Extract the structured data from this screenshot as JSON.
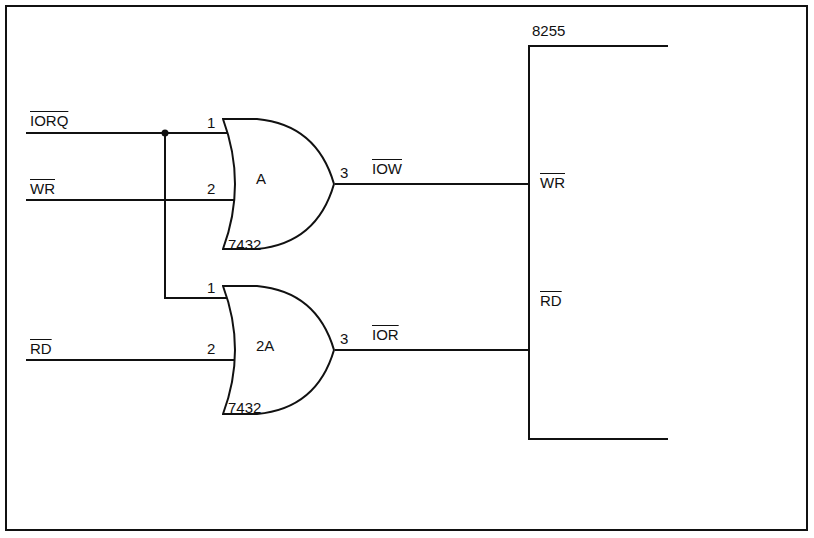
{
  "diagram": {
    "nodes": [
      {
        "text": [
          "A",
          "7432"
        ]
      },
      {
        "text": [
          "2A",
          "7432"
        ]
      },
      {
        "text": [
          "8255",
          "WR",
          "RD"
        ]
      }
    ],
    "edges": [
      {
        "from": 0,
        "to": 2,
        "arrow": "none",
        "label": "IOW"
      },
      {
        "from": 1,
        "to": 2,
        "arrow": "none",
        "label": "IOR"
      }
    ],
    "labels": [
      "IORQ",
      "WR",
      "RD",
      "1",
      "2",
      "3",
      "1",
      "2",
      "3"
    ]
  }
}
